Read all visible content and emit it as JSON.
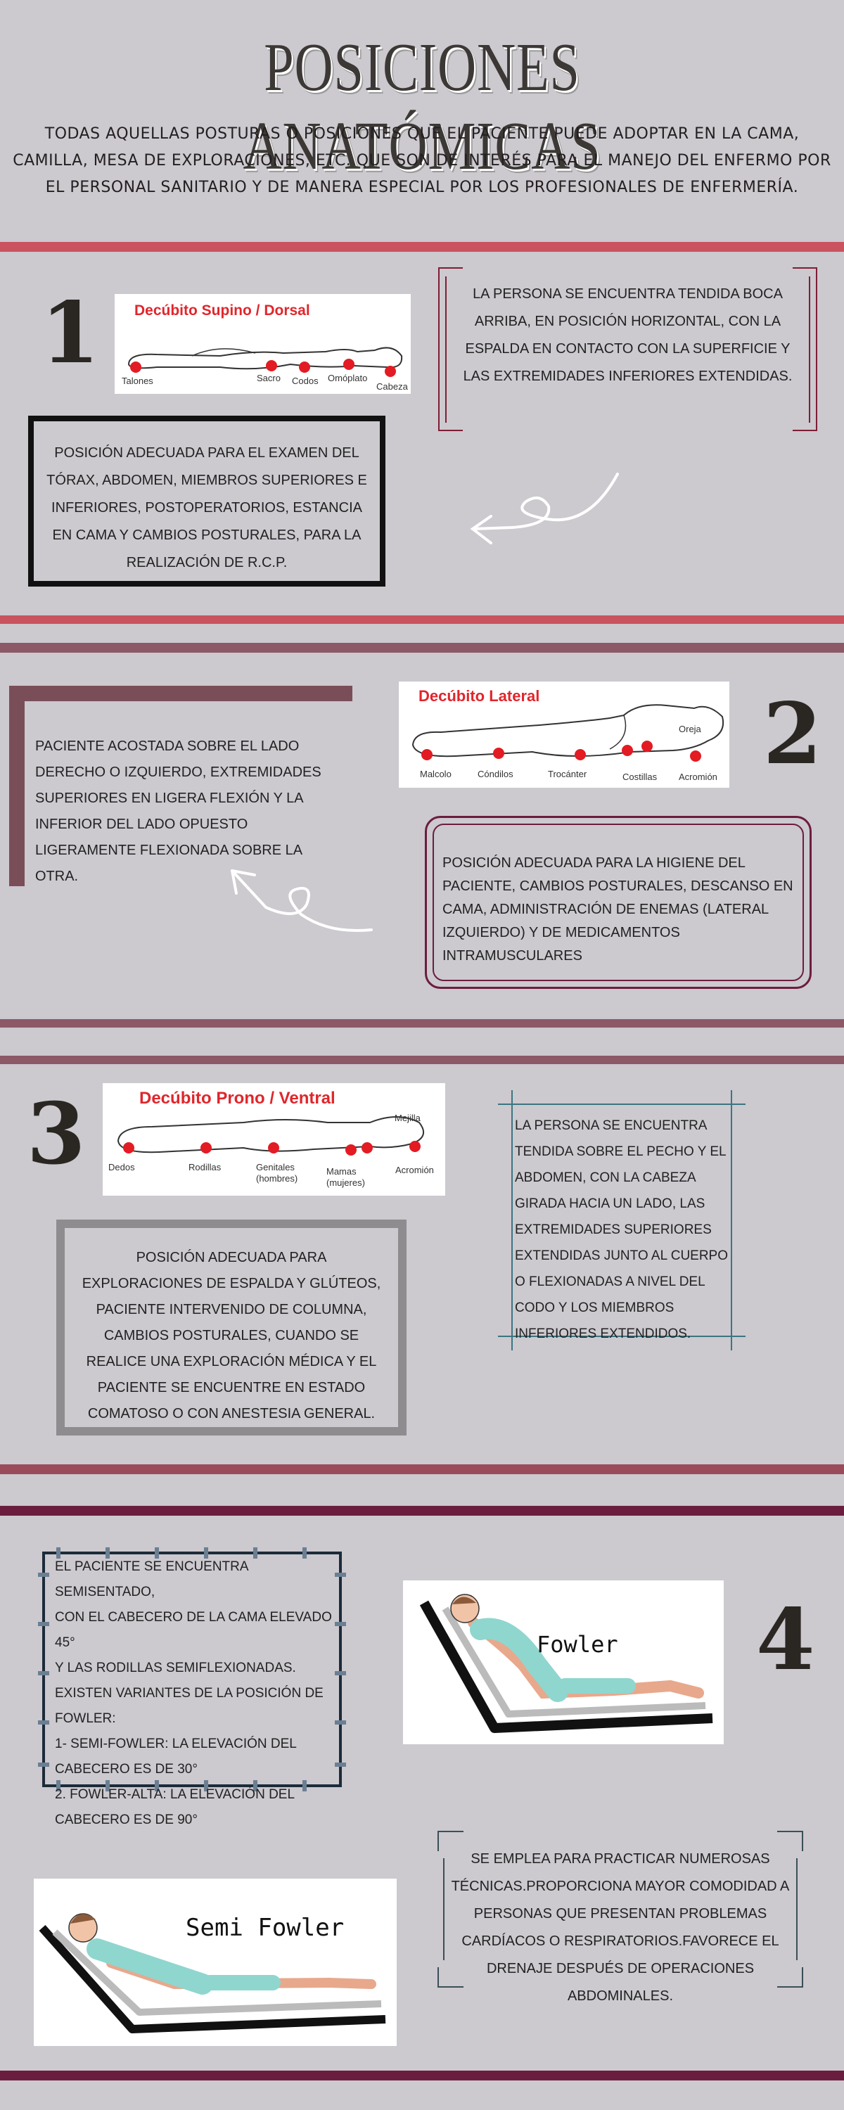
{
  "title": "POSICIONES ANATÓMICAS",
  "intro": "TODAS AQUELLAS POSTURAS O POSICIONES QUE EL PACIENTE PUEDE ADOPTAR EN LA CAMA, CAMILLA, MESA DE EXPLORACIONES, ETC. QUE SON DE INTERÉS PARA EL MANEJO DEL ENFERMO POR EL PERSONAL SANITARIO Y DE MANERA ESPECIAL POR LOS PROFESIONALES DE ENFERMERÍA.",
  "colors": {
    "background": "#ccc9cf",
    "band_red": "#c9535e",
    "band_plum": "#8c5966",
    "band_wine": "#6b1d3f",
    "dot": "#e31b23"
  },
  "sections": [
    {
      "number": "1",
      "image_title": "Decúbito Supino / Dorsal",
      "image_labels": [
        "Talones",
        "Sacro",
        "Codos",
        "Omóplato",
        "Cabeza"
      ],
      "description": "LA PERSONA SE ENCUENTRA TENDIDA BOCA ARRIBA, EN POSICIÓN HORIZONTAL, CON LA ESPALDA EN CONTACTO CON LA SUPERFICIE Y LAS EXTREMIDADES INFERIORES EXTENDIDAS.",
      "use": "POSICIÓN ADECUADA PARA EL EXAMEN DEL TÓRAX, ABDOMEN, MIEMBROS SUPERIORES E INFERIORES, POSTOPERATORIOS, ESTANCIA EN CAMA Y CAMBIOS POSTURALES, PARA LA REALIZACIÓN DE R.C.P."
    },
    {
      "number": "2",
      "image_title": "Decúbito Lateral",
      "image_labels": [
        "Oreja",
        "Malcolo",
        "Cóndilos",
        "Trocánter",
        "Costillas",
        "Acromión"
      ],
      "description": "PACIENTE ACOSTADA SOBRE EL LADO DERECHO O IZQUIERDO, EXTREMIDADES SUPERIORES EN LIGERA FLEXIÓN Y LA INFERIOR DEL LADO OPUESTO LIGERAMENTE FLEXIONADA SOBRE LA OTRA.",
      "use": "POSICIÓN ADECUADA PARA LA HIGIENE DEL PACIENTE, CAMBIOS POSTURALES, DESCANSO EN CAMA, ADMINISTRACIÓN DE ENEMAS (LATERAL IZQUIERDO) Y DE MEDICAMENTOS INTRAMUSCULARES"
    },
    {
      "number": "3",
      "image_title": "Decúbito Prono / Ventral",
      "image_labels": [
        "Mejilla",
        "Dedos",
        "Rodillas",
        "Genitales (hombres)",
        "Mamas (mujeres)",
        "Acromión"
      ],
      "description": "LA PERSONA SE ENCUENTRA TENDIDA SOBRE EL PECHO Y EL ABDOMEN, CON LA CABEZA GIRADA HACIA UN LADO, LAS EXTREMIDADES SUPERIORES EXTENDIDAS JUNTO AL CUERPO O FLEXIONADAS A NIVEL DEL CODO Y LOS MIEMBROS INFERIORES EXTENDIDOS.",
      "use": "POSICIÓN ADECUADA PARA EXPLORACIONES DE ESPALDA Y GLÚTEOS, PACIENTE INTERVENIDO DE COLUMNA, CAMBIOS POSTURALES, CUANDO SE REALICE UNA EXPLORACIÓN MÉDICA Y EL PACIENTE SE ENCUENTRE EN ESTADO COMATOSO O CON ANESTESIA GENERAL."
    },
    {
      "number": "4",
      "image_title": "Fowler",
      "image_title_2": "Semi Fowler",
      "description_lines": [
        "EL PACIENTE SE ENCUENTRA SEMISENTADO,",
        "CON EL CABECERO DE LA CAMA ELEVADO 45°",
        "Y LAS RODILLAS SEMIFLEXIONADAS.",
        "EXISTEN VARIANTES DE LA POSICIÓN DE",
        "FOWLER:",
        "1- SEMI-FOWLER: LA ELEVACIÓN DEL",
        "CABECERO ES DE 30°",
        "2. FOWLER-ALTA: LA ELEVACIÓN DEL",
        "CABECERO ES DE 90°"
      ],
      "use": "SE EMPLEA PARA PRACTICAR NUMEROSAS TÉCNICAS.PROPORCIONA MAYOR COMODIDAD A PERSONAS QUE PRESENTAN PROBLEMAS CARDÍACOS O RESPIRATORIOS.FAVORECE EL DRENAJE DESPUÉS DE OPERACIONES ABDOMINALES."
    }
  ]
}
